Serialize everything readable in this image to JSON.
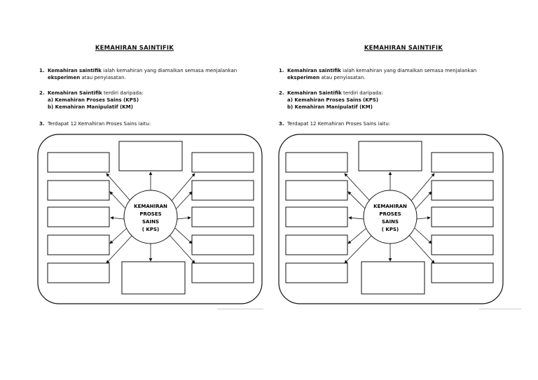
{
  "sheets": [
    {
      "title": "KEMAHIRAN SAINTIFIK",
      "item1": {
        "num": "1.",
        "bold1": "Kemahiran saintifik",
        "text1": " ialah kemahiran yang diamalkan semasa menjalankan ",
        "bold2": "eksperimen",
        "text2": " atau penyiasatan."
      },
      "item2": {
        "num": "2.",
        "bold1": "Kemahiran Saintifik",
        "text1": " terdiri daripada:",
        "a": "a)  Kemahiran Proses Sains (KPS)",
        "b": "b)  Kemahiran Manipulatif (KM)"
      },
      "item3": {
        "num": "3.",
        "text": "Terdapat 12 Kemahiran Proses Sains iaitu:"
      },
      "center": {
        "line1": "KEMAHIRAN",
        "line2": "PROSES",
        "line3": "SAINS",
        "line4": "( KPS)"
      }
    },
    {
      "title": "KEMAHIRAN SAINTIFIK",
      "item1": {
        "num": "1.",
        "bold1": "Kemahiran saintifik",
        "text1": " ialah kemahiran yang diamalkan semasa menjalankan ",
        "bold2": "eksperimen",
        "text2": " atau penyiasatan."
      },
      "item2": {
        "num": "2.",
        "bold1": "Kemahiran Saintifik",
        "text1": " terdiri daripada:",
        "a": "a)  Kemahiran Proses Sains (KPS)",
        "b": "b)  Kemahiran Manipulatif (KM)"
      },
      "item3": {
        "num": "3.",
        "text": "Terdapat 12 Kemahiran Proses Sains iaitu:"
      },
      "center": {
        "line1": "KEMAHIRAN",
        "line2": "PROSES",
        "line3": "SAINS",
        "line4": "( KPS)"
      }
    }
  ]
}
